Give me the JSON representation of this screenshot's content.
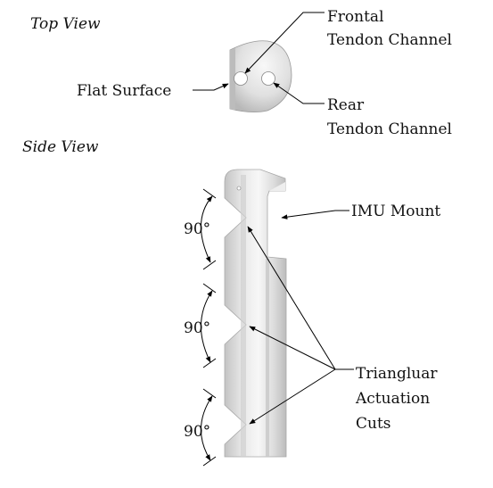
{
  "views": {
    "top": "Top View",
    "side": "Side View"
  },
  "labels": {
    "frontal_line1": "Frontal",
    "frontal_line2": "Tendon Channel",
    "rear_line1": "Rear",
    "rear_line2": "Tendon Channel",
    "flat_surface": "Flat Surface",
    "imu_mount": "IMU Mount",
    "cuts_line1": "Triangluar",
    "cuts_line2": "Actuation",
    "cuts_line3": "Cuts"
  },
  "angles": [
    "90°",
    "90°",
    "90°"
  ]
}
